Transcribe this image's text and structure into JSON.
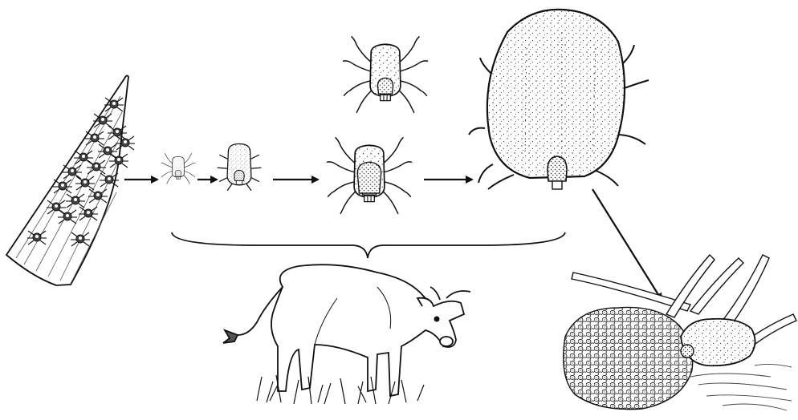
{
  "diagram": {
    "stages": [
      {
        "id": "larvae-on-grass",
        "icon": "larvae-cluster-on-grass-blade"
      },
      {
        "id": "larva",
        "icon": "small-tick-larva"
      },
      {
        "id": "engorged-larva",
        "icon": "engorged-larva"
      },
      {
        "id": "adult-male",
        "icon": "adult-male-tick"
      },
      {
        "id": "nymph-or-adult",
        "icon": "unfed-tick"
      },
      {
        "id": "engorged-female",
        "icon": "engorged-female-tick"
      },
      {
        "id": "egg-laying",
        "icon": "female-laying-eggs"
      }
    ],
    "host": {
      "icon": "cow"
    },
    "connectors": [
      {
        "from": "larvae-on-grass",
        "to": "larva"
      },
      {
        "from": "larva",
        "to": "engorged-larva"
      },
      {
        "from": "engorged-larva",
        "to": "nymph-or-adult"
      },
      {
        "from": "nymph-or-adult",
        "to": "engorged-female"
      },
      {
        "from": "engorged-female",
        "to": "egg-laying"
      }
    ],
    "colors": {
      "ink": "#111111",
      "paper": "#ffffff"
    }
  }
}
